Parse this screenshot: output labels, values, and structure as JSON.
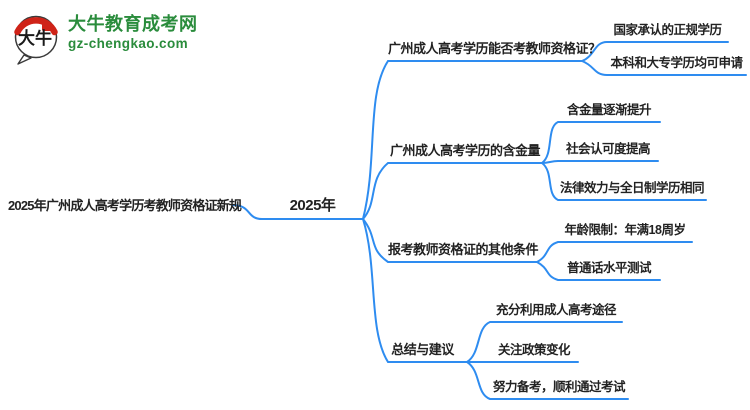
{
  "logo": {
    "icon_text": "大牛",
    "site_name": "大牛教育成考网",
    "site_domain": "gz-chengkao.com"
  },
  "colors": {
    "line_blue": "#2E8CF0",
    "brand_green": "#2A8C3C",
    "logo_red": "#CF2318",
    "text_dark": "#222222"
  },
  "mindmap": {
    "root": "2025年广州成人高考学历考教师资格证新规",
    "center": "2025年",
    "branches": [
      {
        "label": "广州成人高考学历能否考教师资格证？",
        "children": [
          "国家承认的正规学历",
          "本科和大专学历均可申请"
        ]
      },
      {
        "label": "广州成人高考学历的含金量",
        "children": [
          "含金量逐渐提升",
          "社会认可度提高",
          "法律效力与全日制学历相同"
        ]
      },
      {
        "label": "报考教师资格证的其他条件",
        "children": [
          "年龄限制：年满18周岁",
          "普通话水平测试"
        ]
      },
      {
        "label": "总结与建议",
        "children": [
          "充分利用成人高考途径",
          "关注政策变化",
          "努力备考，顺利通过考试"
        ]
      }
    ]
  }
}
